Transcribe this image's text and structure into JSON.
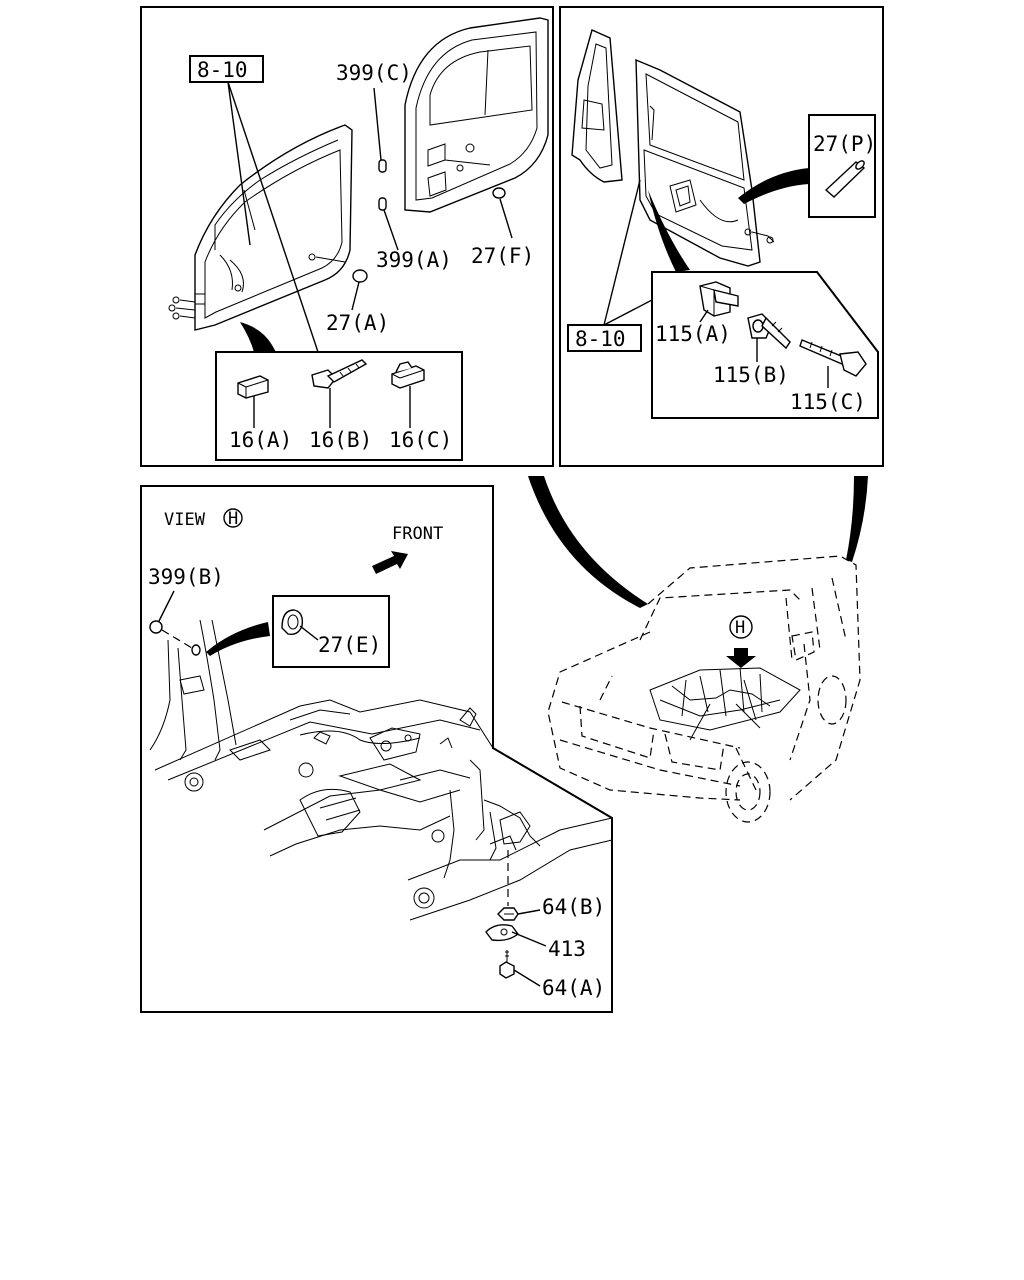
{
  "labels": {
    "ref_8_10_left": "8-10",
    "ref_8_10_right": "8-10",
    "p399c": "399(C)",
    "p399a": "399(A)",
    "p27f": "27(F)",
    "p27a": "27(A)",
    "p16a": "16(A)",
    "p16b": "16(B)",
    "p16c": "16(C)",
    "p27p": "27(P)",
    "p115a": "115(A)",
    "p115b": "115(B)",
    "p115c": "115(C)",
    "view": "VIEW",
    "view_marker": "H",
    "vehicle_marker": "H",
    "front": "FRONT",
    "p399b": "399(B)",
    "p27e": "27(E)",
    "p64b": "64(B)",
    "p413": "413",
    "p64a": "64(A)"
  }
}
